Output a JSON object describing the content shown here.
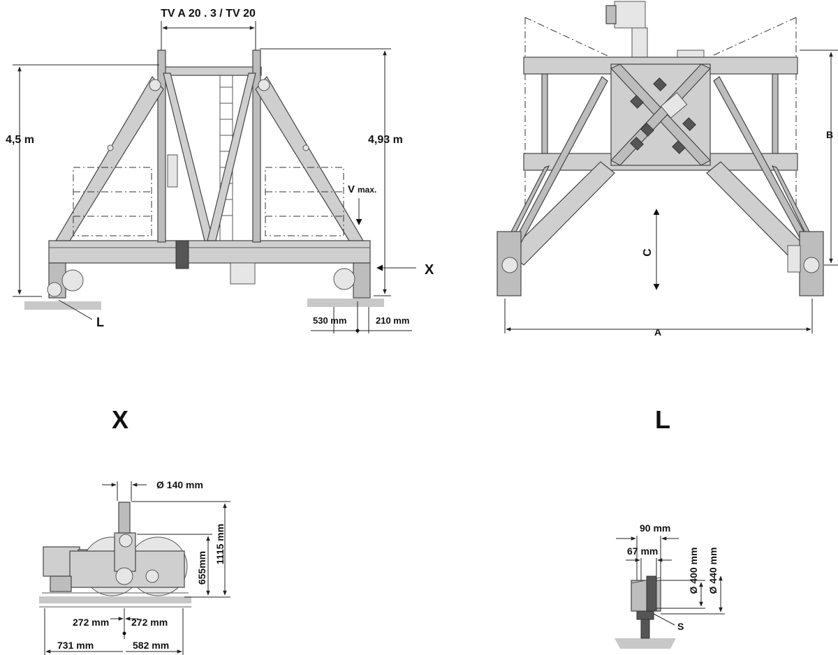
{
  "front_view": {
    "title": "TV A 20 . 3 / TV 20",
    "height_left": "4,5 m",
    "height_right": "4,93 m",
    "vmax_label": "V",
    "vmax_sub": "max.",
    "view_marker": "X",
    "detail_marker": "L",
    "dim_530": "530 mm",
    "dim_210": "210 mm"
  },
  "top_view": {
    "dim_a": "A",
    "dim_b": "B",
    "dim_c": "C"
  },
  "detail_x": {
    "label": "X",
    "dia_140": "Ø 140 mm",
    "h_1115": "1115 mm",
    "h_655": "655mm",
    "dim_272_left": "272 mm",
    "dim_272_right": "272 mm",
    "dim_731": "731 mm",
    "dim_582": "582 mm"
  },
  "detail_l": {
    "label": "L",
    "dim_90": "90 mm",
    "dim_67": "67 mm",
    "dia_400": "Ø 400 mm",
    "dia_440": "Ø 440 mm",
    "label_s": "S"
  },
  "colors": {
    "steel": "#cfcfcf",
    "ground": "#c8c8c8",
    "ink": "#111111"
  }
}
